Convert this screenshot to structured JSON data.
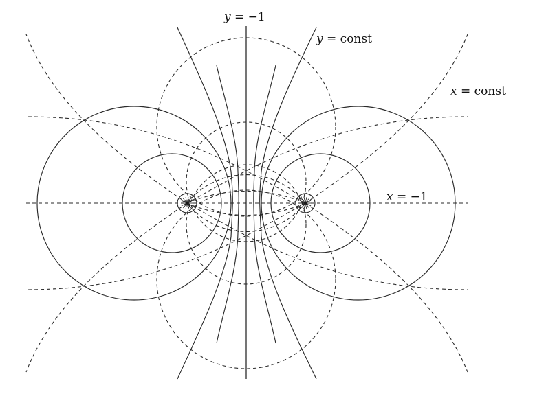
{
  "diagram": {
    "labels": {
      "y_neg1": {
        "var": "y",
        "rel": " = ",
        "val": "−1"
      },
      "y_const": {
        "var": "y",
        "rel": " = ",
        "val": "const"
      },
      "x_const": {
        "var": "x",
        "rel": " = ",
        "val": "const"
      },
      "x_neg1": {
        "var": "x",
        "rel": " = ",
        "val": "−1"
      }
    }
  }
}
